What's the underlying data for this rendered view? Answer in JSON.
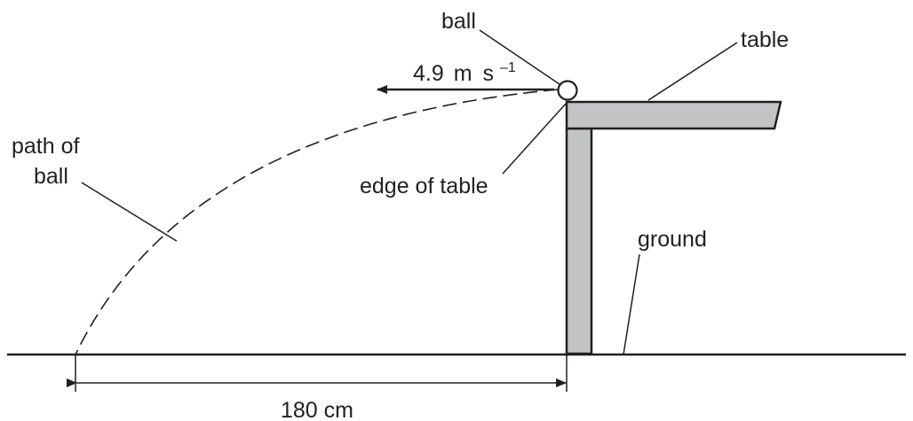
{
  "labels": {
    "ball": "ball",
    "table": "table",
    "velocity_value": "4.9",
    "velocity_unit_m": "m",
    "velocity_unit_s": "s",
    "velocity_exponent": "–1",
    "path_line1": "path of",
    "path_line2": "ball",
    "edge_of_table": "edge of table",
    "ground": "ground",
    "distance": "180 cm"
  },
  "colors": {
    "ink": "#231f20",
    "table_fill": "#c2c3c4"
  }
}
